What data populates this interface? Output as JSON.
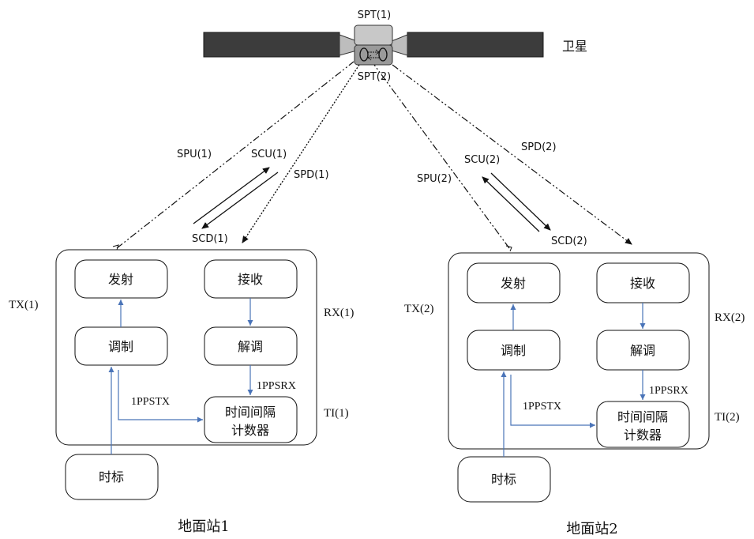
{
  "satellite": {
    "label": "卫星",
    "transponder_top": "SPT(1)",
    "transponder_bottom": "SPT(2)"
  },
  "links": {
    "spu1": "SPU(1)",
    "scu1": "SCU(1)",
    "spd1": "SPD(1)",
    "scd1": "SCD(1)",
    "spu2": "SPU(2)",
    "scu2": "SCU(2)",
    "spd2": "SPD(2)",
    "scd2": "SCD(2)"
  },
  "station1": {
    "name": "地面站1",
    "tx_label": "TX(1)",
    "rx_label": "RX(1)",
    "ti_label": "TI(1)",
    "transmit": "发射",
    "receive": "接收",
    "modulate": "调制",
    "demodulate": "解调",
    "counter_line1": "时间间隔",
    "counter_line2": "计数器",
    "clock": "时标",
    "pps_tx": "1PPSTX",
    "pps_rx": "1PPSRX"
  },
  "station2": {
    "name": "地面站2",
    "tx_label": "TX(2)",
    "rx_label": "RX(2)",
    "ti_label": "TI(2)",
    "transmit": "发射",
    "receive": "接收",
    "modulate": "调制",
    "demodulate": "解调",
    "counter_line1": "时间间隔",
    "counter_line2": "计数器",
    "clock": "时标",
    "pps_tx": "1PPSTX",
    "pps_rx": "1PPSRX"
  }
}
